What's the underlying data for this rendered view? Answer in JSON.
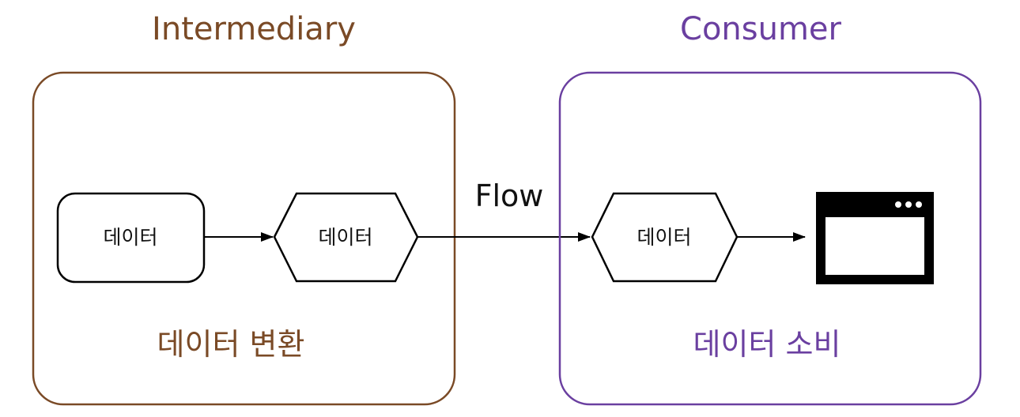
{
  "intermediary": {
    "title": "Intermediary",
    "caption": "데이터 변환",
    "color": "#7a4a26",
    "nodes": {
      "source_label": "데이터",
      "output_label": "데이터"
    }
  },
  "consumer": {
    "title": "Consumer",
    "caption": "데이터 소비",
    "color": "#6a3fa0",
    "nodes": {
      "input_label": "데이터",
      "window_icon": "browser-window-icon"
    }
  },
  "flow_label": "Flow",
  "colors": {
    "line": "#000000"
  }
}
